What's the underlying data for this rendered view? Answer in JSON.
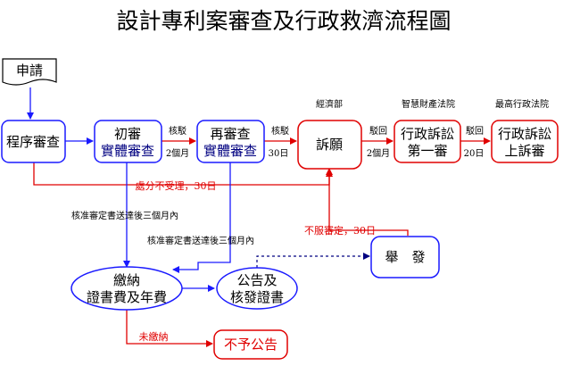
{
  "title": "設計專利案審查及行政救濟流程圖",
  "nodes": {
    "apply": "申請",
    "procedural": "程序審查",
    "initial_l1": "初審",
    "initial_l2": "實體審查",
    "re_l1": "再審查",
    "re_l2": "實體審查",
    "appeal": "訴願",
    "court1_l1": "行政訴訟",
    "court1_l2": "第一審",
    "court2_l1": "行政訴訟",
    "court2_l2": "上訴審",
    "pay_l1": "繳納",
    "pay_l2": "證書費及年費",
    "announce_l1": "公告及",
    "announce_l2": "核發證書",
    "report": "舉　發",
    "no_announce": "不予公告"
  },
  "orgs": {
    "appeal": "經濟部",
    "court1": "智慧財產法院",
    "court2": "最高行政法院"
  },
  "labels": {
    "reject1": "核駁",
    "months1": "2個月",
    "reject2": "核駁",
    "days1": "30日",
    "dismiss1": "駁回",
    "months2": "2個月",
    "dismiss2": "駁回",
    "days2": "20日",
    "disposal": "處分不受理，30日",
    "approve1": "核准審定書送達後三個月內",
    "approve2": "核准審定書送達後三個月內",
    "refuse": "不服審定，30日",
    "unpaid": "未繳納"
  },
  "colors": {
    "blue": "#1a1aff",
    "red": "#e00000",
    "dark_blue": "#000080"
  }
}
